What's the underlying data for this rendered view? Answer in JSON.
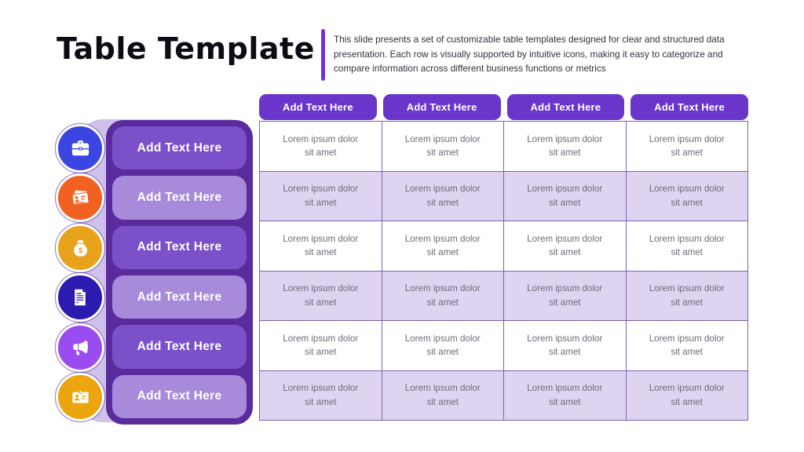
{
  "slide": {
    "title": "Table Template",
    "description": "This slide presents a set of customizable table templates designed for clear and structured data presentation. Each row is visually supported by intuitive icons, making it easy to categorize and compare information across different business functions or metrics"
  },
  "colors": {
    "title_color": "#0e0b14",
    "desc_text": "#34303b",
    "accent_bar": "#7430D9",
    "header_button": "#6935CB",
    "sidebar_frame": "#5A2B9D",
    "sidebar_row_dark": "#7B50C9",
    "sidebar_row_light": "#A78ADA",
    "sidebar_bg": "#CEC2EC",
    "table_alt_row": "#DED4F2",
    "table_border": "#7B62AE",
    "cell_text": "#6f6a76"
  },
  "sidebar": {
    "items": [
      {
        "label": "Add Text Here",
        "icon": "briefcase-icon",
        "color": "#3B45E1"
      },
      {
        "label": "Add Text Here",
        "icon": "id-card-icon",
        "color": "#F26122"
      },
      {
        "label": "Add Text Here",
        "icon": "money-bag-icon",
        "color": "#E7A31C"
      },
      {
        "label": "Add Text Here",
        "icon": "invoice-icon",
        "color": "#2B1BAE"
      },
      {
        "label": "Add Text Here",
        "icon": "megaphone-icon",
        "color": "#9B4CF0"
      },
      {
        "label": "Add Text Here",
        "icon": "id-badge-icon",
        "color": "#EBA50F"
      }
    ]
  },
  "table": {
    "headers": [
      "Add Text Here",
      "Add Text Here",
      "Add Text Here",
      "Add Text Here"
    ],
    "rows": [
      [
        "Lorem ipsum dolor\nsit amet",
        "Lorem ipsum dolor\nsit amet",
        "Lorem ipsum dolor\nsit amet",
        "Lorem ipsum dolor\nsit amet"
      ],
      [
        "Lorem ipsum dolor\nsit amet",
        "Lorem ipsum dolor\nsit amet",
        "Lorem ipsum dolor\nsit amet",
        "Lorem ipsum dolor\nsit amet"
      ],
      [
        "Lorem ipsum dolor\nsit amet",
        "Lorem ipsum dolor\nsit amet",
        "Lorem ipsum dolor\nsit amet",
        "Lorem ipsum dolor\nsit amet"
      ],
      [
        "Lorem ipsum dolor\nsit amet",
        "Lorem ipsum dolor\nsit amet",
        "Lorem ipsum dolor\nsit amet",
        "Lorem ipsum dolor\nsit amet"
      ],
      [
        "Lorem ipsum dolor\nsit amet",
        "Lorem ipsum dolor\nsit amet",
        "Lorem ipsum dolor\nsit amet",
        "Lorem ipsum dolor\nsit amet"
      ],
      [
        "Lorem ipsum dolor\nsit amet",
        "Lorem ipsum dolor\nsit amet",
        "Lorem ipsum dolor\nsit amet",
        "Lorem ipsum dolor\nsit amet"
      ]
    ]
  }
}
